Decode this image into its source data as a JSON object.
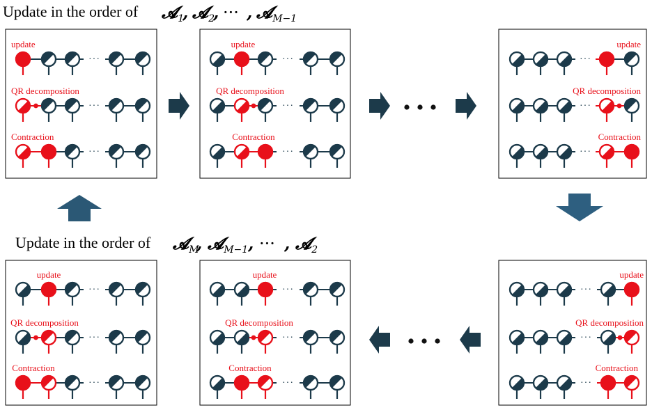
{
  "headings": {
    "top": {
      "text": "Update in the order of",
      "symbols": [
        {
          "base": "𝓐",
          "sub": "1"
        },
        {
          "base": "𝓐",
          "sub": "2"
        },
        {
          "base": "···",
          "sub": ""
        },
        {
          "base": "𝓐",
          "sub": "M−1"
        }
      ]
    },
    "bottom": {
      "text": "Update in the order of",
      "symbols": [
        {
          "base": "𝓐",
          "sub": "M"
        },
        {
          "base": "𝓐",
          "sub": "M−1"
        },
        {
          "base": "···",
          "sub": ""
        },
        {
          "base": "𝓐",
          "sub": "2"
        }
      ]
    }
  },
  "step_labels": {
    "update": "update",
    "qr": "QR decomposition",
    "contraction": "Contraction"
  },
  "ellipsis": "···",
  "colors": {
    "tensor": "#1c3a4a",
    "active": "#e8101a",
    "arrow": "#1c3a4a",
    "arrow_down": "#2e5f80",
    "arrow_up": "#2b5875"
  },
  "panels": [
    {
      "id": "top-1",
      "rows": [
        {
          "step": "update",
          "nodes": [
            "full",
            "normal",
            "normal",
            "normal",
            "normal"
          ]
        },
        {
          "step": "qr",
          "nodes": [
            "half",
            "normal",
            "normal",
            "normal",
            "normal"
          ],
          "bond": 0
        },
        {
          "step": "contraction",
          "nodes": [
            "half",
            "full",
            "normal",
            "normal",
            "normal"
          ]
        }
      ]
    },
    {
      "id": "top-2",
      "rows": [
        {
          "step": "update",
          "nodes": [
            "dark",
            "full",
            "normal",
            "normal",
            "normal"
          ]
        },
        {
          "step": "qr",
          "nodes": [
            "dark",
            "half",
            "normal",
            "normal",
            "normal"
          ],
          "bond": 1
        },
        {
          "step": "contraction",
          "nodes": [
            "dark",
            "half",
            "full",
            "normal",
            "normal"
          ]
        }
      ]
    },
    {
      "id": "top-3",
      "rows": [
        {
          "step": "update",
          "nodes": [
            "dark",
            "dark",
            "dark",
            "full",
            "normal"
          ]
        },
        {
          "step": "qr",
          "nodes": [
            "dark",
            "dark",
            "dark",
            "half",
            "normal"
          ],
          "bond": 3
        },
        {
          "step": "contraction",
          "nodes": [
            "dark",
            "dark",
            "dark",
            "half",
            "full"
          ]
        }
      ]
    },
    {
      "id": "bottom-3",
      "rows": [
        {
          "step": "update",
          "nodes": [
            "dark",
            "dark",
            "dark",
            "dark",
            "full"
          ]
        },
        {
          "step": "qr",
          "nodes": [
            "dark",
            "dark",
            "dark",
            "dark",
            "halfR"
          ],
          "bond": 3
        },
        {
          "step": "contraction",
          "nodes": [
            "dark",
            "dark",
            "dark",
            "full",
            "halfR"
          ]
        }
      ]
    },
    {
      "id": "bottom-2",
      "rows": [
        {
          "step": "update",
          "nodes": [
            "dark",
            "dark",
            "full",
            "normal",
            "normal"
          ]
        },
        {
          "step": "qr",
          "nodes": [
            "dark",
            "dark",
            "halfR",
            "normal",
            "normal"
          ],
          "bond": 1
        },
        {
          "step": "contraction",
          "nodes": [
            "dark",
            "full",
            "halfR",
            "normal",
            "normal"
          ]
        }
      ]
    },
    {
      "id": "bottom-1",
      "rows": [
        {
          "step": "update",
          "nodes": [
            "dark",
            "full",
            "normal",
            "normal",
            "normal"
          ]
        },
        {
          "step": "qr",
          "nodes": [
            "dark",
            "halfR",
            "normal",
            "normal",
            "normal"
          ],
          "bond": 0
        },
        {
          "step": "contraction",
          "nodes": [
            "full",
            "halfR",
            "normal",
            "normal",
            "normal"
          ]
        }
      ]
    }
  ]
}
